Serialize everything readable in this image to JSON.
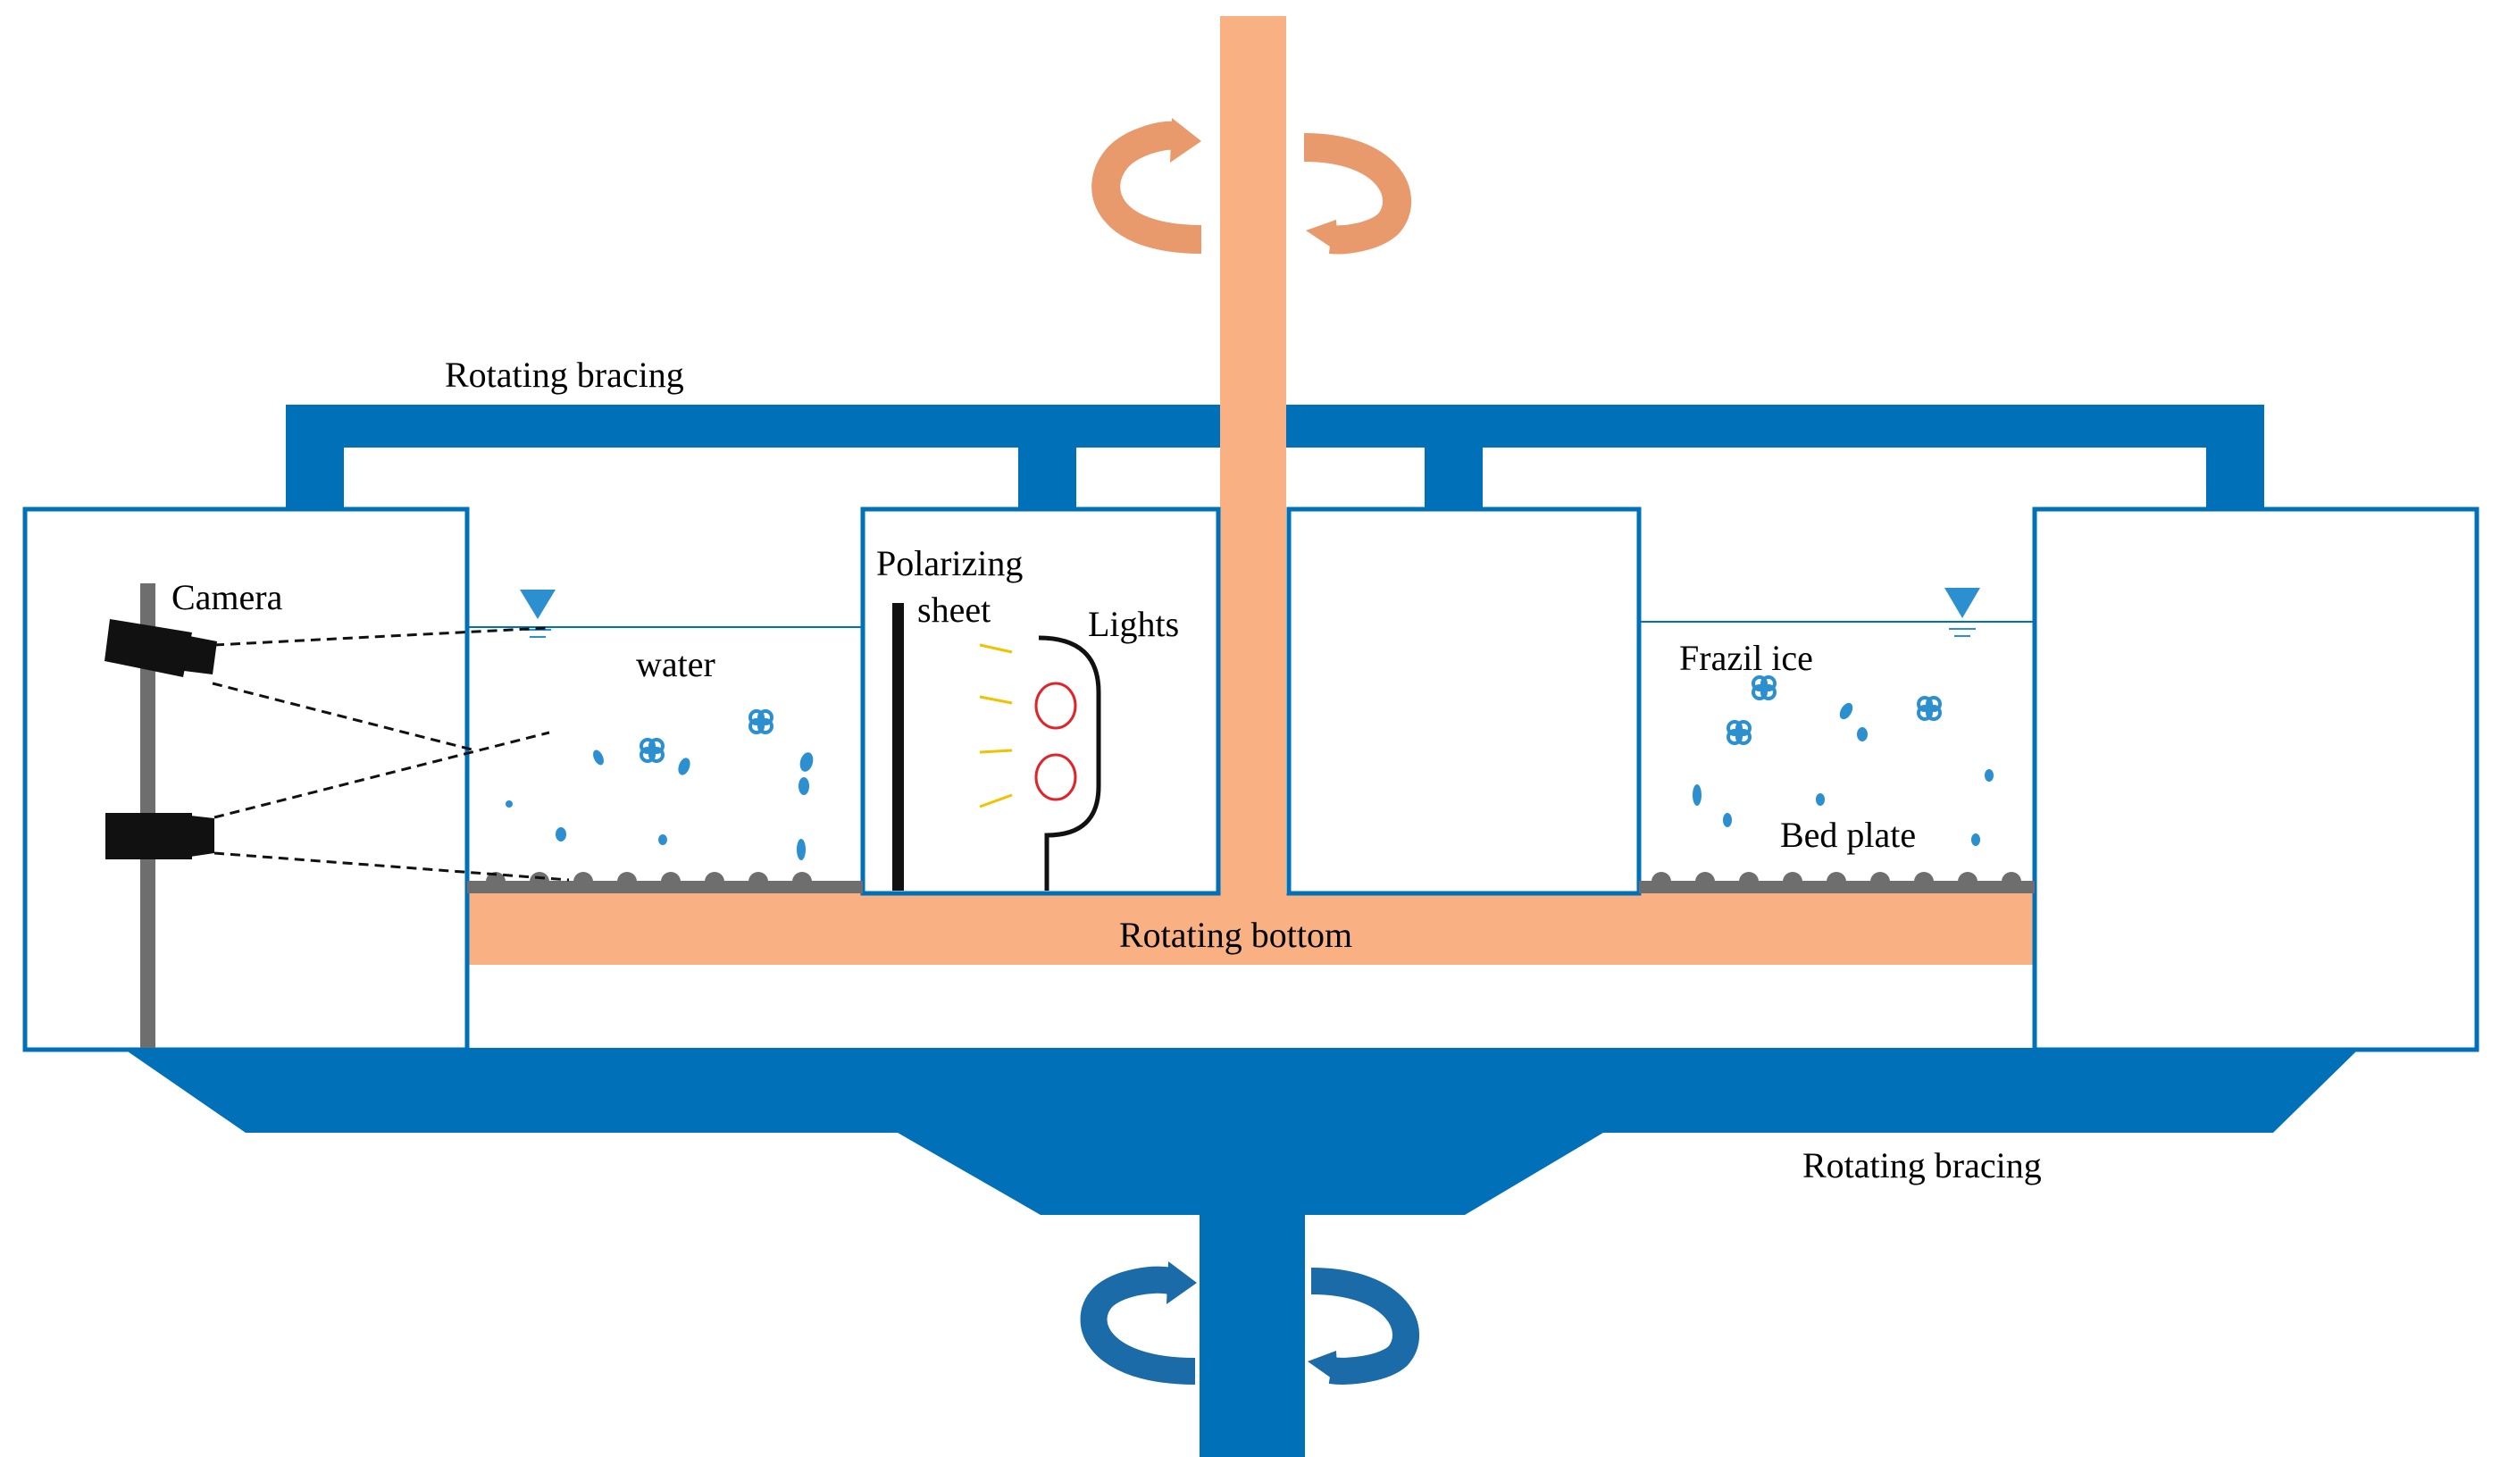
{
  "labels": {
    "rotating_bracing_top": "Rotating bracing",
    "rotating_bracing_bottom": "Rotating bracing",
    "camera": "Camera",
    "water": "water",
    "polarizing_line1": "Polarizing",
    "polarizing_line2": "sheet",
    "lights": "Lights",
    "frazil_ice": "Frazil ice",
    "bed_plate": "Bed plate",
    "rotating_bottom": "Rotating bottom"
  },
  "colors": {
    "bracing_blue": "#0070B8",
    "shaft_orange": "#F9B184",
    "top_arrow": "#E89A6C",
    "bottom_arrow": "#1A6BA8",
    "particle_blue": "#2C8FD0",
    "bed_gray": "#6E6E6E",
    "camera_black": "#111111",
    "light_ray": "#F2C200",
    "lamp_red": "#E0242A"
  },
  "icons": {
    "camera": "video-camera-icon",
    "water_level": "water-level-triangle-icon",
    "rotation_top": "rotation-arrow-icon",
    "rotation_bottom": "rotation-arrow-icon"
  }
}
